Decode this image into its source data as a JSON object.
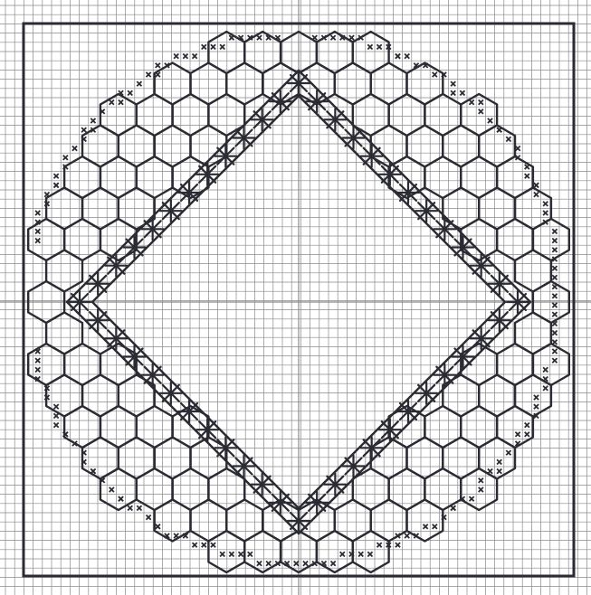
{
  "pattern": {
    "grid_color": "#8a8a8a",
    "ink_color": "#2b2b33",
    "paper_color": "#ffffff",
    "motifs": [
      "hexagon-mesh",
      "diamond-band",
      "star-stitch-band",
      "cross-stitch-border"
    ]
  }
}
